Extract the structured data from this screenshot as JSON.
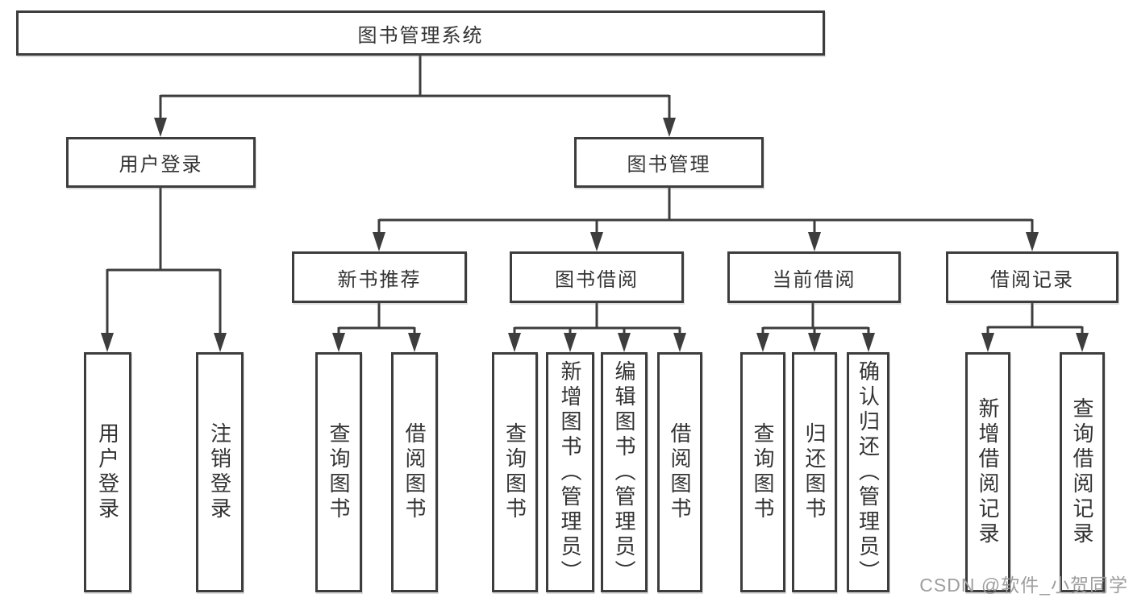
{
  "diagram": {
    "root": {
      "label": "图书管理系统"
    },
    "branches": [
      {
        "label": "用户登录",
        "children": [
          {
            "label": "用户登录"
          },
          {
            "label": "注销登录"
          }
        ]
      },
      {
        "label": "图书管理",
        "children": [
          {
            "label": "新书推荐",
            "children": [
              {
                "label": "查询图书"
              },
              {
                "label": "借阅图书"
              }
            ]
          },
          {
            "label": "图书借阅",
            "children": [
              {
                "label": "查询图书"
              },
              {
                "label": "新增图书（管理员）"
              },
              {
                "label": "编辑图书（管理员）"
              },
              {
                "label": "借阅图书"
              }
            ]
          },
          {
            "label": "当前借阅",
            "children": [
              {
                "label": "查询图书"
              },
              {
                "label": "归还图书"
              },
              {
                "label": "确认归还（管理员）"
              }
            ]
          },
          {
            "label": "借阅记录",
            "children": [
              {
                "label": "新增借阅记录"
              },
              {
                "label": "查询借阅记录"
              }
            ]
          }
        ]
      }
    ],
    "watermark": "CSDN @软件_小贺同学",
    "colors": {
      "line": "#3d3d3d",
      "text": "#333333",
      "watermark": "#9e9e9e",
      "background": "#ffffff"
    }
  }
}
